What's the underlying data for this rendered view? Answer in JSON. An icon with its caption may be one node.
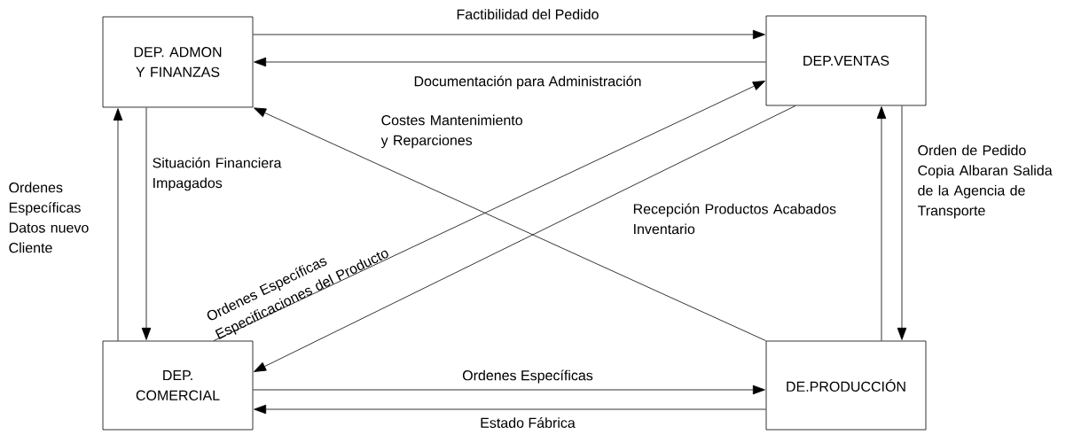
{
  "diagram": {
    "nodes": [
      {
        "text": [
          "DEP. ADMON Y FINANZAS"
        ]
      },
      {
        "text": [
          "DEP.VENTAS"
        ]
      },
      {
        "text": [
          "DEP. COMERCIAL"
        ]
      },
      {
        "text": [
          "DE.PRODUCCIÓN"
        ]
      }
    ],
    "edges": [
      {
        "from": 0,
        "to": 1,
        "arrow": "to",
        "label": "Factibilidad del Pedido"
      },
      {
        "from": 1,
        "to": 0,
        "arrow": "to",
        "label": "Documentación para Administración"
      },
      {
        "from": 3,
        "to": 0,
        "arrow": "to",
        "label": "Costes Mantenimiento y Reparciones"
      },
      {
        "from": 2,
        "to": 1,
        "arrow": "to",
        "label": "Ordenes Específicas Especificaciones del Producto"
      },
      {
        "from": 1,
        "to": 2,
        "arrow": "to"
      },
      {
        "from": 2,
        "to": 0,
        "arrow": "to",
        "label": "Ordenes Específicas Datos nuevo Cliente"
      },
      {
        "from": 0,
        "to": 2,
        "arrow": "to",
        "label": "Situación Financiera Impagados"
      },
      {
        "from": 3,
        "to": 1,
        "arrow": "to",
        "label": "Recepción Productos Acabados Inventario"
      },
      {
        "from": 1,
        "to": 3,
        "arrow": "to",
        "label": "Orden de Pedido Copia Albaran Salida de la Agencia de Transporte"
      },
      {
        "from": 2,
        "to": 3,
        "arrow": "to",
        "label": "Ordenes Específicas"
      },
      {
        "from": 3,
        "to": 2,
        "arrow": "to",
        "label": "Estado Fábrica"
      }
    ]
  }
}
